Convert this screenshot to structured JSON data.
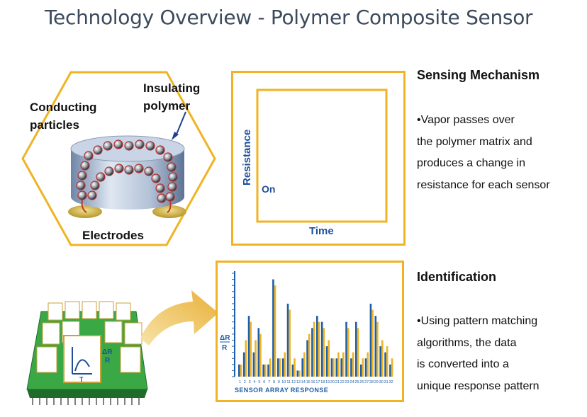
{
  "title": "Technology Overview - Polymer Composite Sensor",
  "sensor_diagram": {
    "label_conducting": "Conducting",
    "label_particles": "particles",
    "label_insulating": "Insulating",
    "label_polymer": "polymer",
    "label_electrodes": "Electrodes"
  },
  "resistance_plot": {
    "ylabel": "Resistance",
    "xlabel": "Time",
    "on_label": "On"
  },
  "chip": {
    "tile_symbol": "ΔR",
    "tile_symbol_sub": "R",
    "tile_axis": "T"
  },
  "chart_data": {
    "type": "bar",
    "xlabel": "SENSOR ARRAY RESPONSE",
    "ylabel_top": "ΔR",
    "ylabel_bottom": "R",
    "categories": [
      "1",
      "2",
      "3",
      "4",
      "5",
      "6",
      "7",
      "8",
      "9",
      "10",
      "11",
      "12",
      "13",
      "14",
      "15",
      "16",
      "17",
      "18",
      "19",
      "20",
      "21",
      "22",
      "23",
      "24",
      "25",
      "26",
      "27",
      "28",
      "29",
      "30",
      "31",
      "32"
    ],
    "series": [
      {
        "values": [
          2,
          4,
          10,
          4,
          8,
          2,
          2,
          16,
          3,
          3,
          12,
          2,
          1,
          3,
          6,
          8,
          10,
          9,
          5,
          3,
          3,
          3,
          9,
          3,
          9,
          2,
          3,
          12,
          10,
          5,
          4,
          2
        ]
      },
      {
        "values": [
          2,
          6,
          9,
          6,
          7,
          2,
          3,
          15,
          3,
          4,
          11,
          3,
          1,
          4,
          7,
          9,
          9,
          8,
          6,
          3,
          4,
          4,
          8,
          4,
          8,
          3,
          4,
          11,
          9,
          6,
          5,
          3
        ]
      }
    ],
    "colors": [
      "#1f5fa6",
      "#f0b323"
    ]
  },
  "mechanism": {
    "heading": "Sensing Mechanism",
    "line1": "•Vapor passes over",
    "line2": "the polymer matrix and",
    "line3": "produces a change in",
    "line4": "resistance for each sensor"
  },
  "identification": {
    "heading": "Identification",
    "line1": "•Using pattern matching",
    "line2": "algorithms, the data",
    "line3": "is converted into a",
    "line4": "unique response pattern"
  },
  "colors": {
    "frame": "#f0b323",
    "title": "#3b4a5c",
    "bar_blue": "#1f5fa6",
    "chip_green": "#3aa845"
  }
}
